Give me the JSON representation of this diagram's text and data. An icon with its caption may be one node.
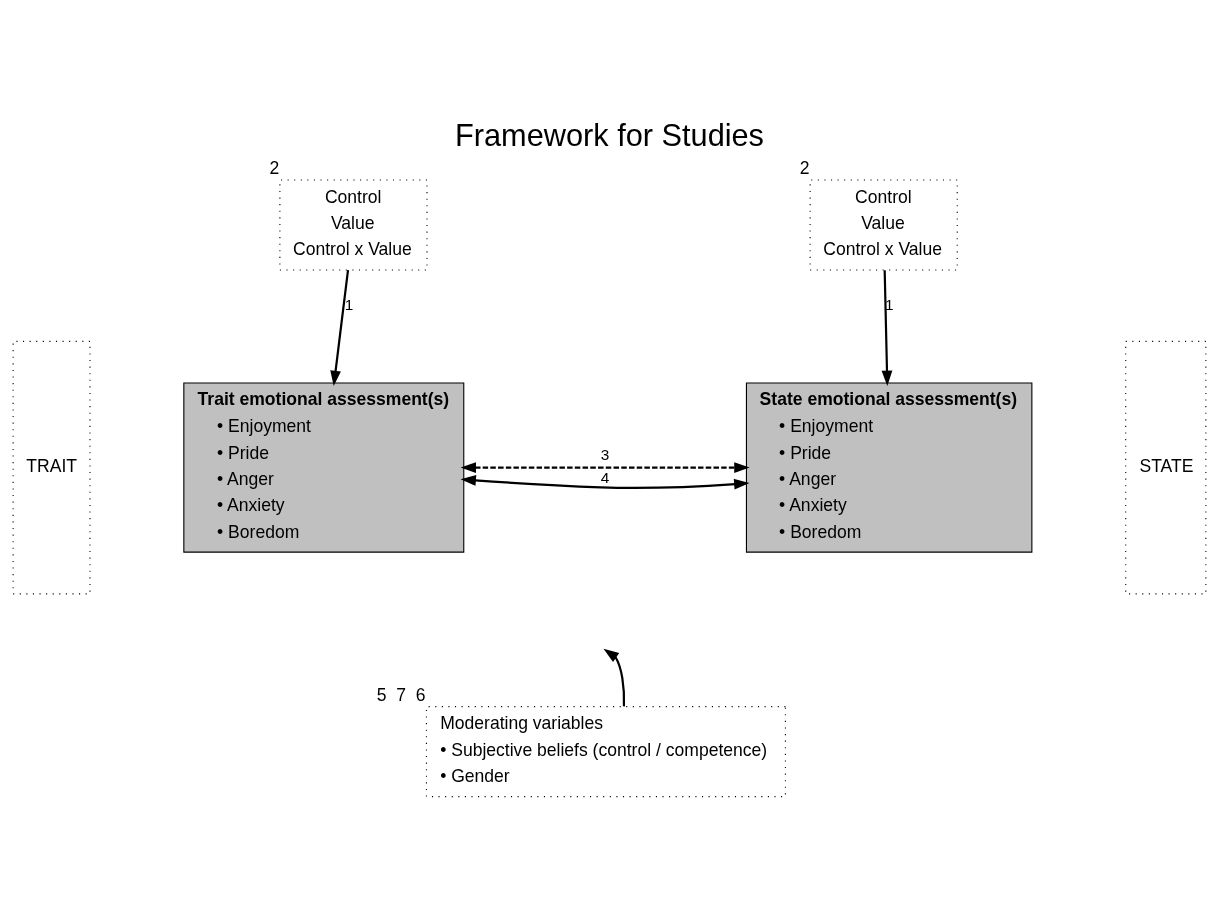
{
  "diagram": {
    "title": "Framework for Studies",
    "nodes": [
      {
        "text": [
          "TRAIT"
        ]
      },
      {
        "text": [
          "Control",
          "Value",
          "Control x Value"
        ],
        "beside": [
          "2"
        ]
      },
      {
        "text": [
          "Trait emotional assessment(s)",
          "• Enjoyment",
          "• Pride",
          "• Anger",
          "• Anxiety",
          "• Boredom"
        ]
      },
      {
        "text": [
          "Control",
          "Value",
          "Control x Value"
        ],
        "beside": [
          "2"
        ]
      },
      {
        "text": [
          "State emotional assessment(s)",
          "• Enjoyment",
          "• Pride",
          "• Anger",
          "• Anxiety",
          "• Boredom"
        ]
      },
      {
        "text": [
          "STATE"
        ]
      },
      {
        "text": [
          "Moderating variables",
          "• Subjective beliefs (control / competence)",
          "• Gender"
        ],
        "beside": [
          "5",
          "7",
          "6"
        ]
      }
    ],
    "edges": [
      {
        "from": 1,
        "to": 2,
        "arrow": "to",
        "label": "1"
      },
      {
        "from": 3,
        "to": 4,
        "arrow": "to",
        "label": "1"
      },
      {
        "from": 2,
        "to": 4,
        "arrow": "both",
        "style": "dashed",
        "label": "3"
      },
      {
        "from": 2,
        "to": 4,
        "arrow": "both",
        "label": "4"
      },
      {
        "from": 6,
        "to": null,
        "arrow": "to"
      }
    ]
  }
}
